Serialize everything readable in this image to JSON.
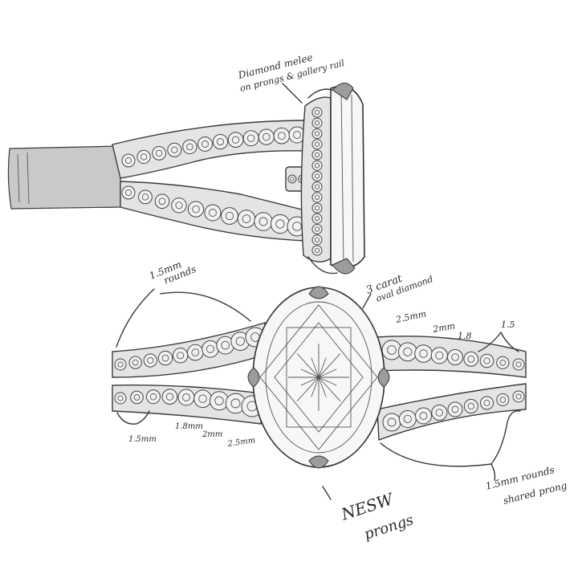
{
  "annotations": {
    "melee_line1": "Diamond melee",
    "melee_line2": "on prongs & gallery rail",
    "rounds_line1": "1.5mm",
    "rounds_line2": "rounds",
    "carat_line1": "3 carat",
    "carat_line2": "oval diamond",
    "size_25_upper": "2.5mm",
    "size_2_upper": "2mm",
    "size_18_upper": "1.8",
    "size_15_upper": "1.5",
    "size_15_lower": "1.5mm",
    "size_18_lower": "1.8mm",
    "size_2_lower": "2mm",
    "size_25_lower": "2.5mm",
    "shared_line1": "1.5mm rounds",
    "shared_line2": "shared prong",
    "nesw_line1": "NESW",
    "nesw_line2": "prongs"
  },
  "colors": {
    "ink": "#3a3a3a",
    "metal": "#e4e4e4",
    "shank_shadow": "#c9c9c9",
    "prong": "#9c9c9c",
    "paper": "#ffffff"
  }
}
